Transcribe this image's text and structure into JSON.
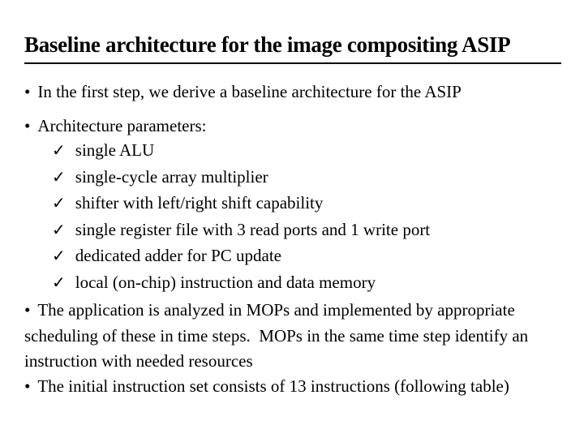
{
  "slide": {
    "title": "Baseline architecture for the image compositing ASIP",
    "bullet_char": "•",
    "check_char": "✓",
    "bullets": {
      "intro": "In the first step, we derive a baseline architecture for the ASIP",
      "params_heading": "Architecture parameters:",
      "checklist": [
        "single ALU",
        "single-cycle array multiplier",
        "shifter with left/right shift capability",
        "single register file with 3 read ports and 1 write port",
        "dedicated adder for PC update",
        "local (on-chip) instruction and data memory"
      ],
      "analysis_lines": [
        "The application is analyzed in MOPs and implemented by appropriate",
        "scheduling of these in time steps.  MOPs in the same time step identify an",
        "instruction with needed resources"
      ],
      "instruction_set": "The initial instruction set consists of 13 instructions (following table)"
    },
    "colors": {
      "background": "#ffffff",
      "text": "#000000",
      "rule": "#000000"
    }
  }
}
